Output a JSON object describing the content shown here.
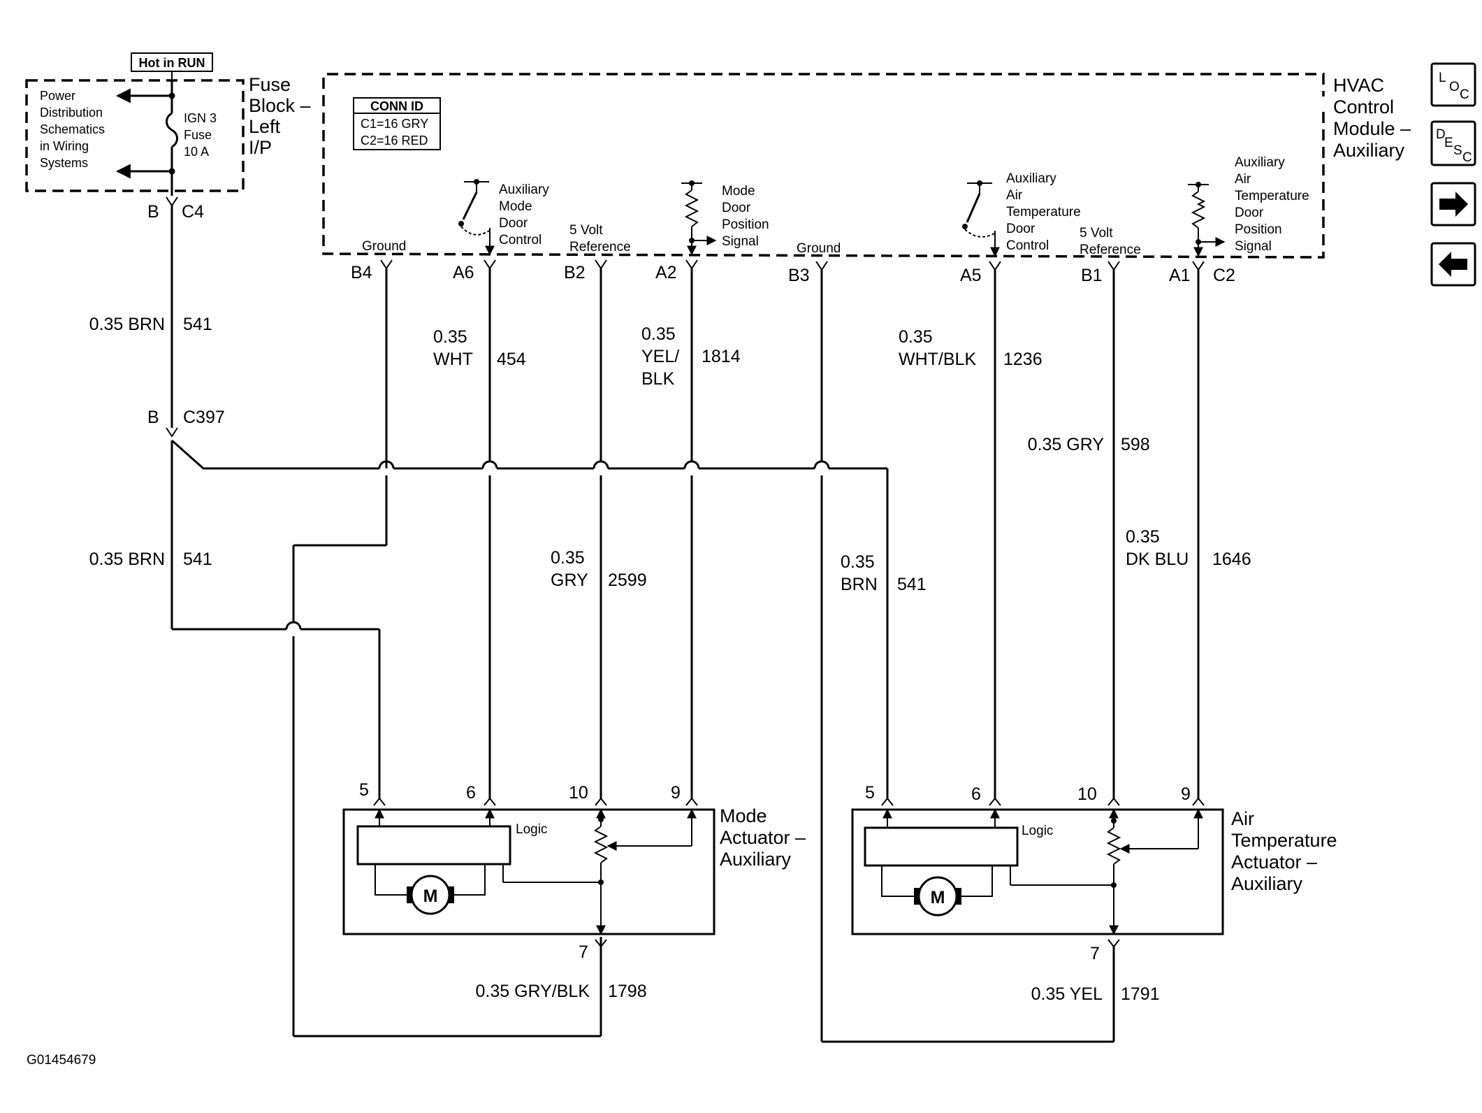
{
  "fuse_block": {
    "hot_label": "Hot in RUN",
    "title_lines": [
      "Fuse",
      "Block –",
      "Left",
      "I/P"
    ],
    "power_dist_lines": [
      "Power",
      "Distribution",
      "Schematics",
      "in Wiring",
      "Systems"
    ],
    "fuse_lines": [
      "IGN 3",
      "Fuse",
      "10 A"
    ],
    "conn_pin": "B",
    "conn_id": "C4"
  },
  "hvac_module": {
    "title_lines": [
      "HVAC",
      "Control",
      "Module –",
      "Auxiliary"
    ],
    "conn_id_title": "CONN ID",
    "conn_id_lines": [
      "C1=16 GRY",
      "C2=16 RED"
    ],
    "internal_labels": {
      "ground_1": "Ground",
      "aux_mode_door_control": [
        "Auxiliary",
        "Mode",
        "Door",
        "Control"
      ],
      "ref_5v_1": [
        "5 Volt",
        "Reference"
      ],
      "mode_door_position_signal": [
        "Mode",
        "Door",
        "Position",
        "Signal"
      ],
      "ground_2": "Ground",
      "aux_air_temp_door_control": [
        "Auxiliary",
        "Air",
        "Temperature",
        "Door",
        "Control"
      ],
      "ref_5v_2": [
        "5 Volt",
        "Reference"
      ],
      "aux_air_temp_door_position_signal": [
        "Auxiliary",
        "Air",
        "Temperature",
        "Door",
        "Position",
        "Signal"
      ]
    },
    "pins": [
      "B4",
      "A6",
      "B2",
      "A2",
      "B3",
      "A5",
      "B1",
      "A1"
    ],
    "c2_label": "C2"
  },
  "inline_connector": {
    "pin": "B",
    "id": "C397"
  },
  "wires": {
    "brn_upper": {
      "size_color": "0.35 BRN",
      "circuit": "541"
    },
    "brn_lower": {
      "size_color": "0.35 BRN",
      "circuit": "541"
    },
    "wht": {
      "size": "0.35",
      "color": "WHT",
      "circuit": "454"
    },
    "yel_blk": {
      "size": "0.35",
      "color_lines": [
        "YEL/",
        "BLK"
      ],
      "circuit": "1814"
    },
    "wht_blk": {
      "size": "0.35",
      "color": "WHT/BLK",
      "circuit": "1236"
    },
    "gry_598": {
      "size_color": "0.35 GRY",
      "circuit": "598"
    },
    "gry_2599": {
      "size": "0.35",
      "color": "GRY",
      "circuit": "2599"
    },
    "brn_right": {
      "size": "0.35",
      "color": "BRN",
      "circuit": "541"
    },
    "dk_blu": {
      "size": "0.35",
      "color": "DK BLU",
      "circuit": "1646"
    },
    "gry_blk": {
      "size_color": "0.35 GRY/BLK",
      "circuit": "1798"
    },
    "yel": {
      "size_color": "0.35 YEL",
      "circuit": "1791"
    }
  },
  "mode_actuator": {
    "title_lines": [
      "Mode",
      "Actuator –",
      "Auxiliary"
    ],
    "pins": [
      "5",
      "6",
      "10",
      "9"
    ],
    "bottom_pin": "7",
    "logic_label": "Logic",
    "motor_label": "M"
  },
  "air_temp_actuator": {
    "title_lines": [
      "Air",
      "Temperature",
      "Actuator –",
      "Auxiliary"
    ],
    "pins": [
      "5",
      "6",
      "10",
      "9"
    ],
    "bottom_pin": "7",
    "logic_label": "Logic",
    "motor_label": "M"
  },
  "nav_buttons": {
    "loc": [
      "L",
      "O",
      "C"
    ],
    "desc": [
      "D",
      "E",
      "S",
      "C"
    ],
    "forward_icon": "right-arrow",
    "back_icon": "left-arrow"
  },
  "figure_id": "G01454679"
}
